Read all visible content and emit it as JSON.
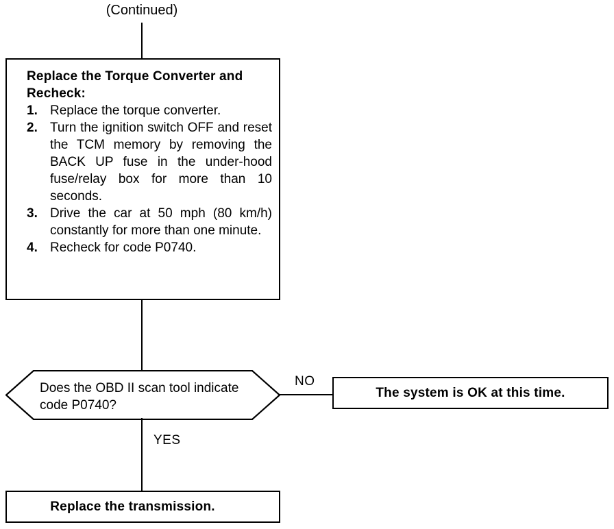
{
  "page": {
    "continued_label": "(Continued)"
  },
  "main_box": {
    "heading": "Replace the Torque Converter and Recheck:",
    "steps": [
      {
        "num": "1.",
        "text": "Replace the torque converter.",
        "justified": false
      },
      {
        "num": "2.",
        "text": "Turn the ignition switch OFF and reset the TCM memory by removing the BACK UP fuse in the under-hood fuse/relay box for more than 10 seconds.",
        "justified": true
      },
      {
        "num": "3.",
        "text": "Drive the car at 50 mph (80 km/h) constantly for more than one minute.",
        "justified": true
      },
      {
        "num": "4.",
        "text": "Recheck for code P0740.",
        "justified": false
      }
    ]
  },
  "decision": {
    "question": "Does the OBD II scan tool indicate code P0740?",
    "branch_no": "NO",
    "branch_yes": "YES"
  },
  "results": {
    "no_branch": "The system is OK at this time.",
    "yes_branch": "Replace the transmission."
  },
  "style": {
    "line_color": "#000000",
    "background": "#ffffff"
  }
}
